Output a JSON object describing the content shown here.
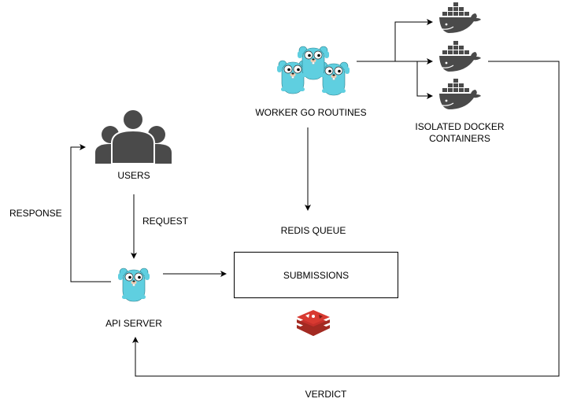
{
  "labels": {
    "users": "USERS",
    "request": "REQUEST",
    "response": "RESPONSE",
    "api_server": "API SERVER",
    "worker_go_routines": "WORKER GO ROUTINES",
    "redis_queue": "REDIS QUEUE",
    "submissions": "SUBMISSIONS",
    "isolated_docker_line1": "ISOLATED DOCKER",
    "isolated_docker_line2": "CONTAINERS",
    "verdict": "VERDICT"
  },
  "icons": {
    "users": "users-group-icon",
    "api_server": "go-gopher-icon",
    "workers": "go-gopher-group-icon",
    "docker": "docker-whale-icon",
    "redis": "redis-logo-icon"
  },
  "colors": {
    "gopher": "#5FCFE0",
    "users": "#4A4A4A",
    "docker": "#4A4A4A",
    "redis": "#C6302B",
    "line": "#000000"
  }
}
